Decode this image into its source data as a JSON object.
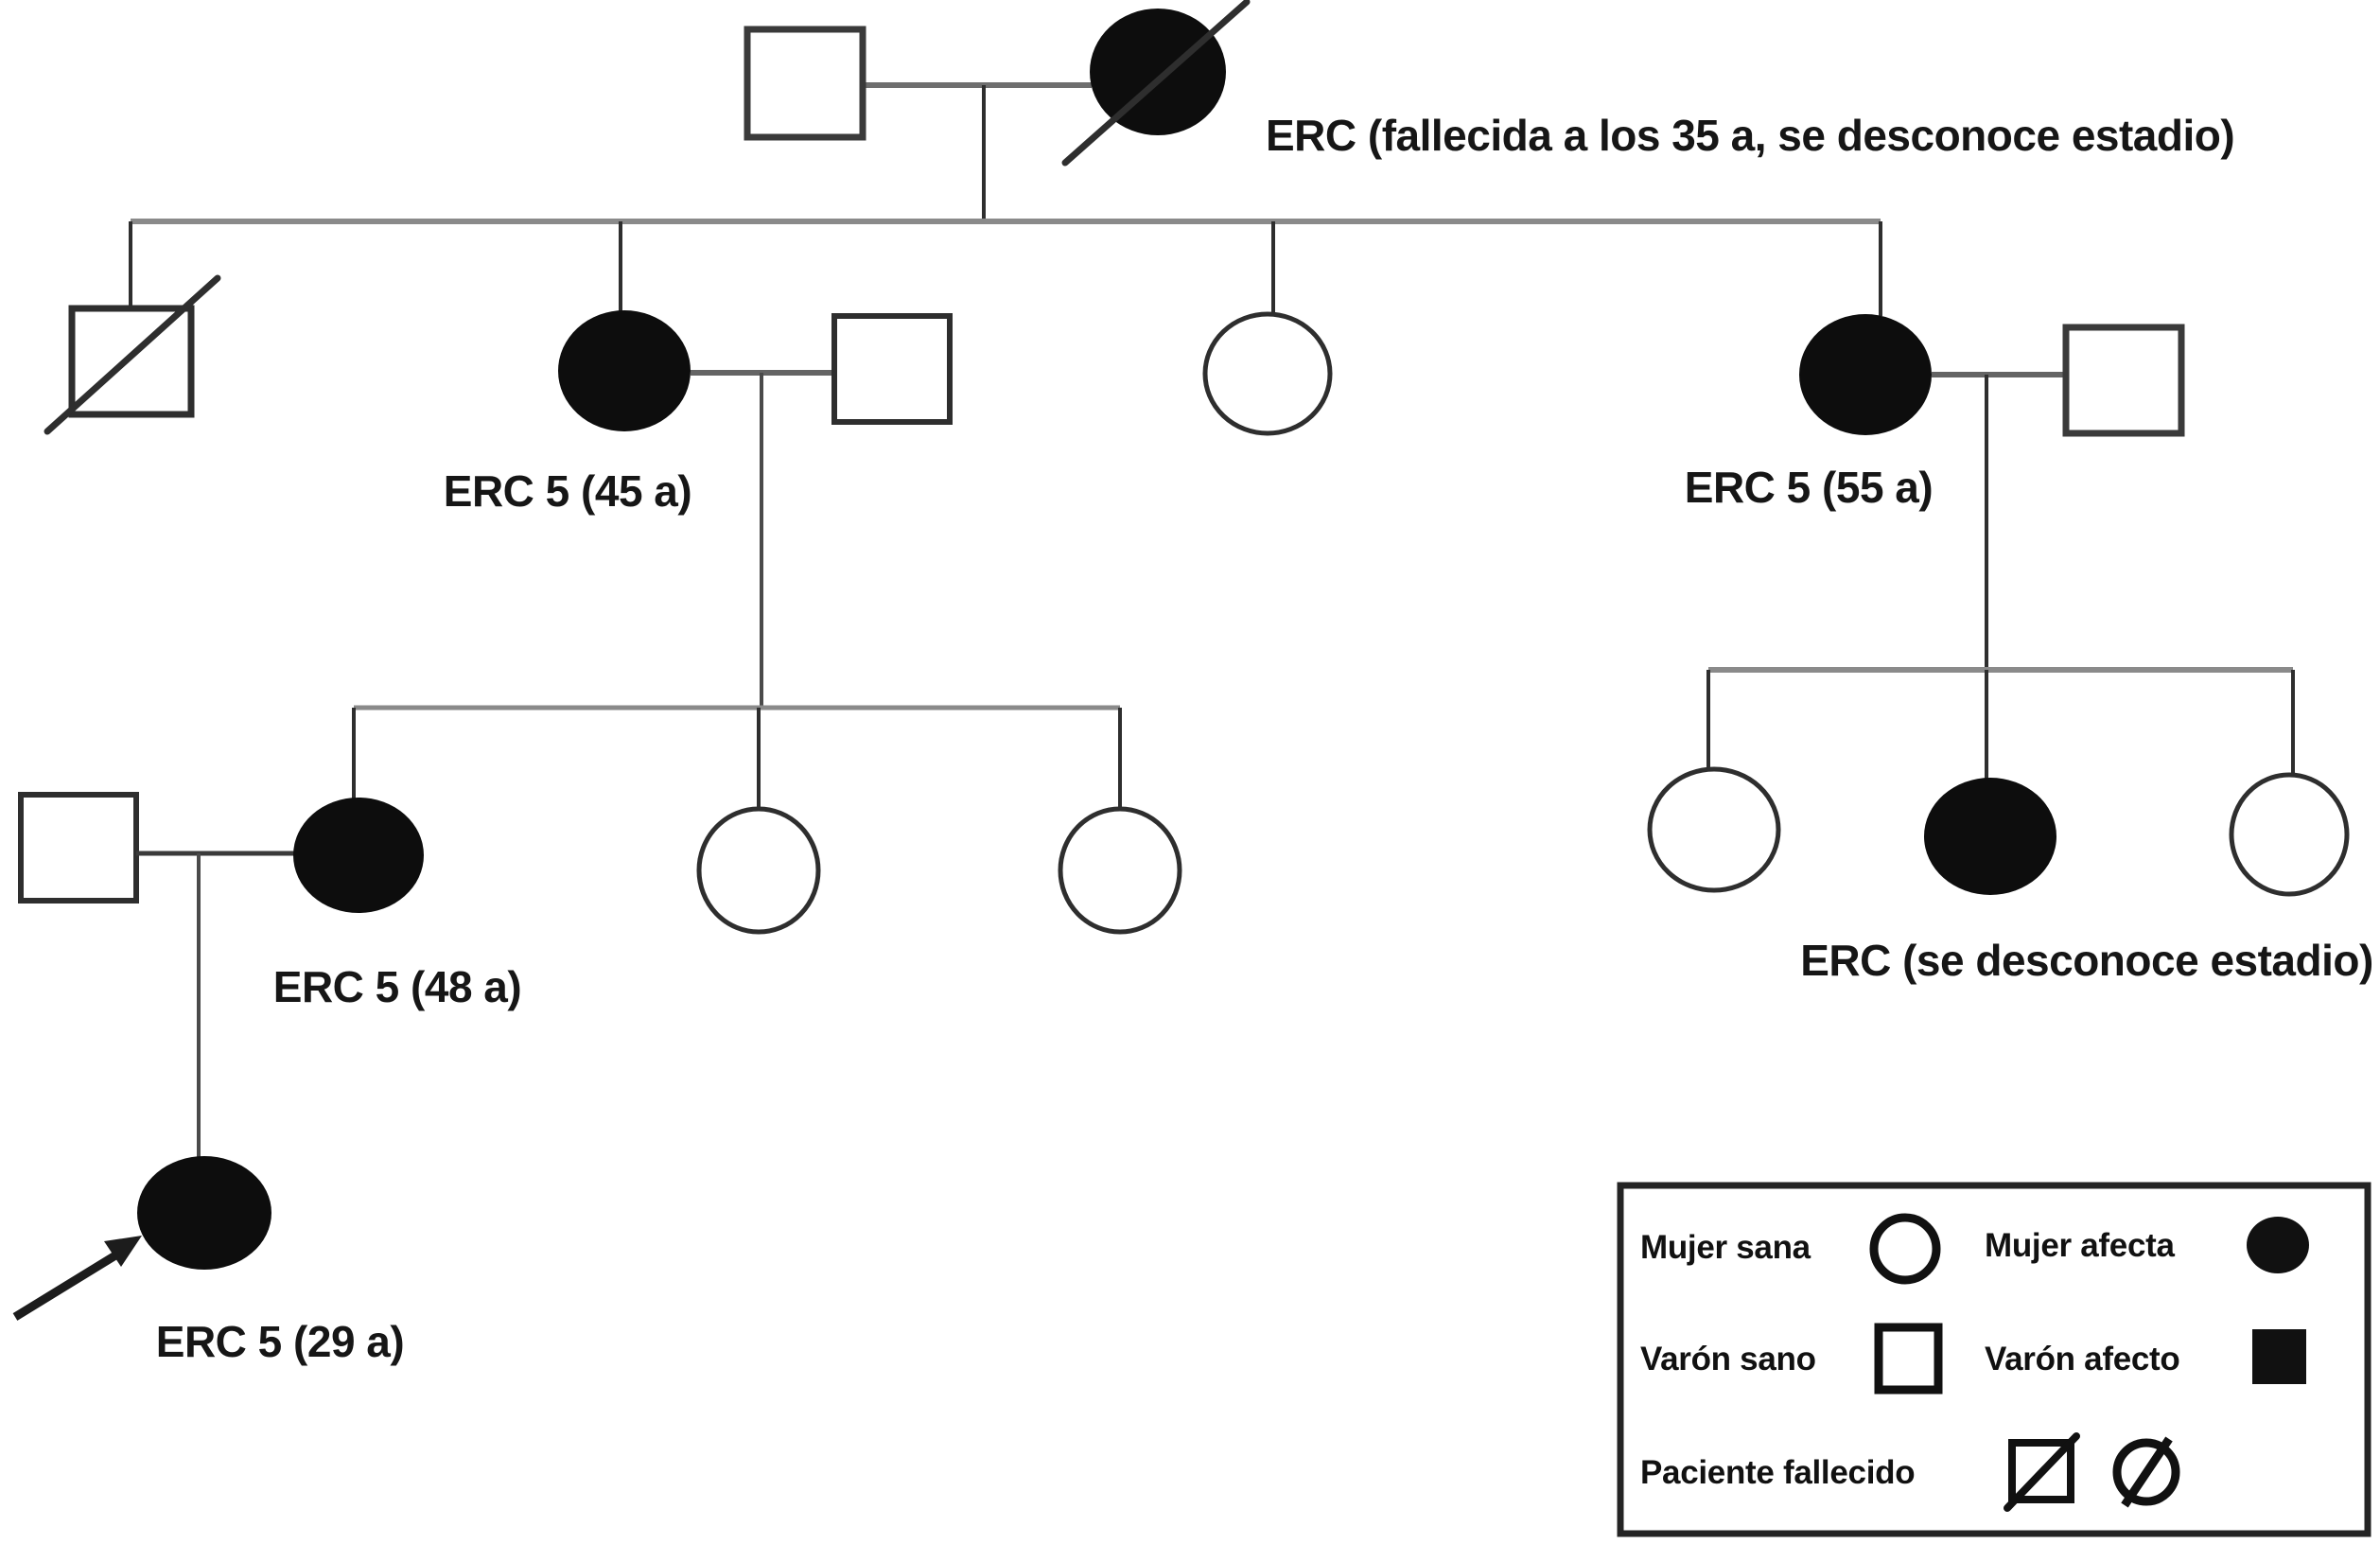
{
  "figure": {
    "type": "pedigree-family-tree",
    "background_color": "#ffffff",
    "ink_color": "#111111",
    "sibling_line_color": "#8a8a8a",
    "generations_shown": 4
  },
  "labels": {
    "gen1_mother": "ERC (fallecida a los 35 a, se desconoce estadio)",
    "gen2_aunt_45": "ERC 5 (45 a)",
    "gen2_aunt_55": "ERC 5 (55 a)",
    "gen3_mother_48": "ERC 5 (48 a)",
    "gen3_cousin_unknown": "ERC (se desconoce estadio)",
    "gen4_proband_29": "ERC 5 (29 a)"
  },
  "individuals": [
    {
      "id": "I-1",
      "generation": 1,
      "sex": "male",
      "affected": false,
      "deceased": false,
      "label": ""
    },
    {
      "id": "I-2",
      "generation": 1,
      "sex": "female",
      "affected": true,
      "deceased": true,
      "label": "ERC (fallecida a los 35 a, se desconoce estadio)"
    },
    {
      "id": "II-1",
      "generation": 2,
      "sex": "male",
      "affected": false,
      "deceased": true,
      "label": ""
    },
    {
      "id": "II-2",
      "generation": 2,
      "sex": "female",
      "affected": true,
      "deceased": false,
      "label": "ERC 5 (45 a)"
    },
    {
      "id": "II-3",
      "generation": 2,
      "sex": "male",
      "affected": false,
      "deceased": false,
      "label": "",
      "note": "spouse of II-2"
    },
    {
      "id": "II-4",
      "generation": 2,
      "sex": "female",
      "affected": false,
      "deceased": false,
      "label": ""
    },
    {
      "id": "II-5",
      "generation": 2,
      "sex": "female",
      "affected": true,
      "deceased": false,
      "label": "ERC 5 (55 a)"
    },
    {
      "id": "II-6",
      "generation": 2,
      "sex": "male",
      "affected": false,
      "deceased": false,
      "label": "",
      "note": "spouse of II-5"
    },
    {
      "id": "III-1",
      "generation": 3,
      "sex": "male",
      "affected": false,
      "deceased": false,
      "label": "",
      "note": "spouse of III-2"
    },
    {
      "id": "III-2",
      "generation": 3,
      "sex": "female",
      "affected": true,
      "deceased": false,
      "label": "ERC 5 (48 a)"
    },
    {
      "id": "III-3",
      "generation": 3,
      "sex": "female",
      "affected": false,
      "deceased": false,
      "label": ""
    },
    {
      "id": "III-4",
      "generation": 3,
      "sex": "female",
      "affected": false,
      "deceased": false,
      "label": ""
    },
    {
      "id": "III-5",
      "generation": 3,
      "sex": "female",
      "affected": false,
      "deceased": false,
      "label": ""
    },
    {
      "id": "III-6",
      "generation": 3,
      "sex": "female",
      "affected": true,
      "deceased": false,
      "label": "ERC (se desconoce estadio)"
    },
    {
      "id": "III-7",
      "generation": 3,
      "sex": "female",
      "affected": false,
      "deceased": false,
      "label": ""
    },
    {
      "id": "IV-1",
      "generation": 4,
      "sex": "female",
      "affected": true,
      "deceased": false,
      "label": "ERC 5 (29 a)",
      "proband": true
    }
  ],
  "legend": {
    "items": [
      {
        "label": "Mujer sana",
        "symbol": "circle-outline"
      },
      {
        "label": "Mujer afecta",
        "symbol": "circle-filled"
      },
      {
        "label": "Varón sano",
        "symbol": "square-outline"
      },
      {
        "label": "Varón afecto",
        "symbol": "square-filled"
      },
      {
        "label": "Paciente fallecido",
        "symbol": "square-slashed + circle-slashed"
      }
    ]
  }
}
